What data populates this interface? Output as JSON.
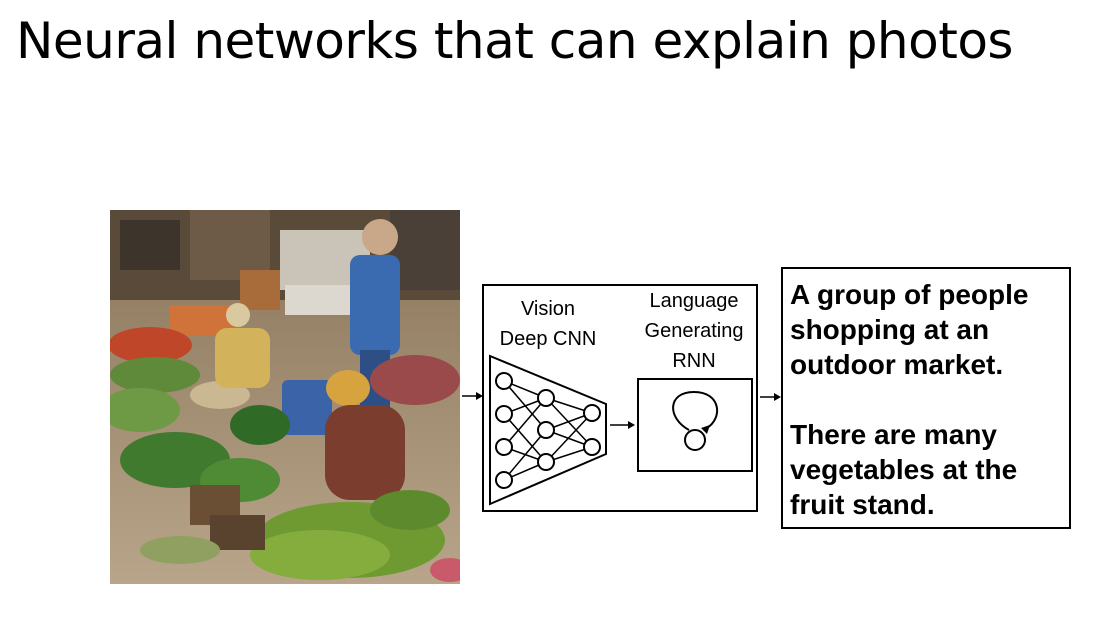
{
  "slide": {
    "title": "Neural networks that can explain photos"
  },
  "photo": {
    "subject": "outdoor vegetable market photo"
  },
  "model": {
    "vision_label_line1": "Vision",
    "vision_label_line2": "Deep CNN",
    "language_label_line1": "Language",
    "language_label_line2": "Generating",
    "language_label_line3": "RNN"
  },
  "captions": [
    "A group of people shopping at an outdoor market.",
    "There are many vegetables at the fruit stand."
  ]
}
